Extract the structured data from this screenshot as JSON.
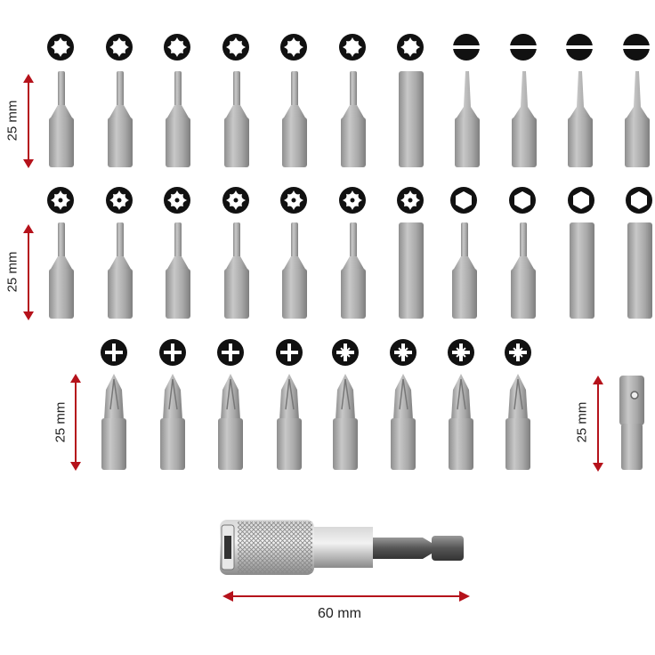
{
  "dimensions": {
    "row1_length": "25 mm",
    "row2_length": "25 mm",
    "row3_length": "25 mm",
    "adapter_length": "25 mm",
    "holder_length": "60 mm"
  },
  "colors": {
    "arrow": "#b5121b",
    "icon": "#111111",
    "bit": "#a9a9a9",
    "background": "#ffffff"
  },
  "rows": [
    {
      "name": "row-1",
      "bits": [
        "torx",
        "torx",
        "torx",
        "torx",
        "torx",
        "torx",
        "torx",
        "slotted",
        "slotted",
        "slotted",
        "slotted"
      ]
    },
    {
      "name": "row-2",
      "bits": [
        "torx-tamper",
        "torx-tamper",
        "torx-tamper",
        "torx-tamper",
        "torx-tamper",
        "torx-tamper",
        "torx-tamper",
        "hex",
        "hex",
        "hex",
        "hex"
      ]
    },
    {
      "name": "row-3",
      "bits": [
        "phillips",
        "phillips",
        "phillips",
        "phillips",
        "pozidriv",
        "pozidriv",
        "pozidriv",
        "pozidriv"
      ]
    }
  ],
  "adapter": {
    "type": "socket-adapter"
  },
  "holder": {
    "type": "magnetic-bit-holder"
  }
}
